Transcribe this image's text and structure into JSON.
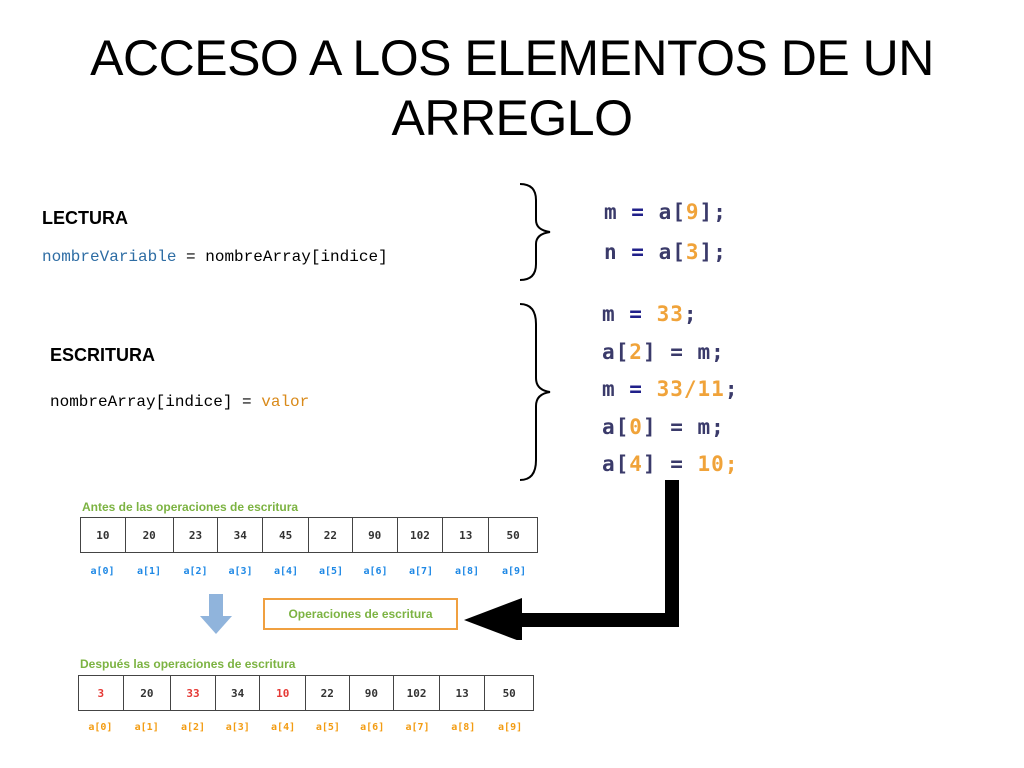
{
  "slide": {
    "title_line1": "ACCESO A LOS ELEMENTOS DE UN",
    "title_line2": "ARREGLO"
  },
  "lectura": {
    "label": "LECTURA",
    "syntax_var": "nombreVariable",
    "syntax_eq": " = ",
    "syntax_rest": "nombreArray[indice]",
    "code": [
      {
        "lhs": "m",
        "op": " = ",
        "arr": "a[",
        "idx": "9",
        "close": "];"
      },
      {
        "lhs": "n",
        "op": " = ",
        "arr": "a[",
        "idx": "3",
        "close": "];"
      }
    ]
  },
  "escritura": {
    "label": "ESCRITURA",
    "syntax_lhs": "nombreArray[indice]",
    "syntax_eq": " = ",
    "syntax_val": "valor",
    "code": [
      {
        "p1": "m",
        "p2": " = ",
        "p3": "33",
        "p4": ";"
      },
      {
        "p1": "a[",
        "p2": "2",
        "p3": "] = m",
        "p4": ";"
      },
      {
        "p1": "m",
        "p2": " = ",
        "p3": "33/11",
        "p4": ";"
      },
      {
        "p1": "a[",
        "p2": "0",
        "p3": "] = m",
        "p4": ";"
      },
      {
        "p1": "a[",
        "p2": "4",
        "p3": "] = ",
        "p4": "10;"
      }
    ]
  },
  "diagram": {
    "before_caption": "Antes de las operaciones de escritura",
    "after_caption": "Después las operaciones de escritura",
    "operations_label": "Operaciones de escritura",
    "before_values": [
      "10",
      "20",
      "23",
      "34",
      "45",
      "22",
      "90",
      "102",
      "13",
      "50"
    ],
    "after_values": [
      "3",
      "20",
      "33",
      "34",
      "10",
      "22",
      "90",
      "102",
      "13",
      "50"
    ],
    "changed_indices": [
      0,
      2,
      4
    ],
    "index_labels": [
      "a[0]",
      "a[1]",
      "a[2]",
      "a[3]",
      "a[4]",
      "a[5]",
      "a[6]",
      "a[7]",
      "a[8]",
      "a[9]"
    ],
    "colors": {
      "caption": "#7cb342",
      "changed_value": "#e53935",
      "before_index": "#1e88e5",
      "after_index": "#f39c12",
      "ops_border": "#f0a040",
      "down_arrow": "#90b4dc"
    }
  }
}
